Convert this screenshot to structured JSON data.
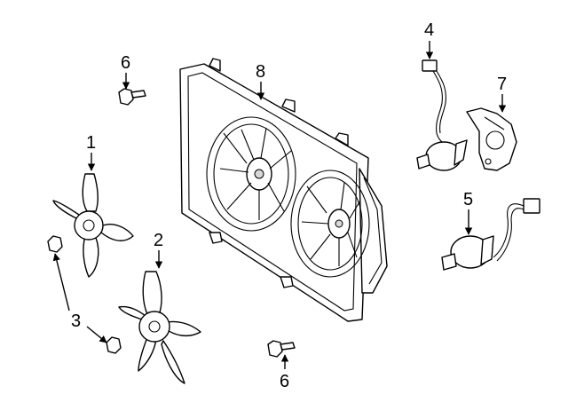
{
  "diagram": {
    "callouts": {
      "c1": "1",
      "c2": "2",
      "c3": "3",
      "c4": "4",
      "c5": "5",
      "c6a": "6",
      "c6b": "6",
      "c7": "7",
      "c8": "8"
    }
  }
}
